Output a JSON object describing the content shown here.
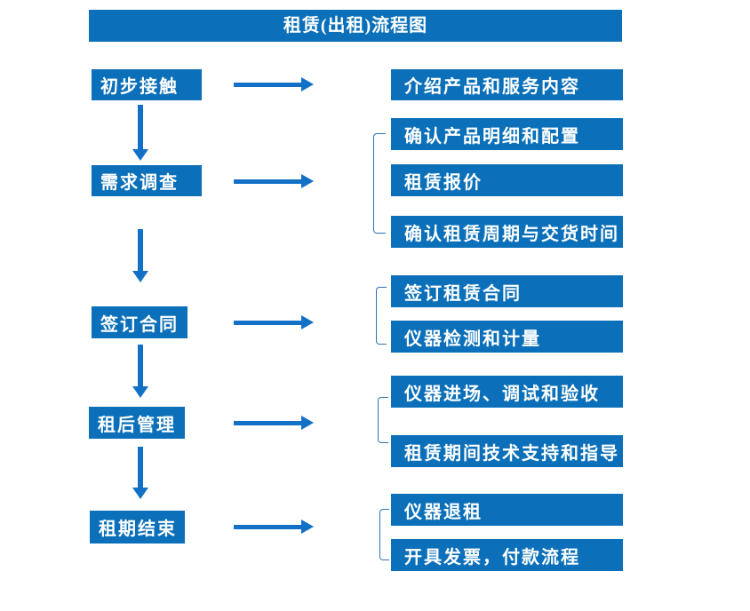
{
  "title": "租赁(出租)流程图",
  "colors": {
    "box_blue": "#0B70B9",
    "arrow_blue": "#1271C7",
    "bracket_blue": "#2E74B5",
    "text": "#FFFFFF",
    "background": "#FFFFFF"
  },
  "flow": {
    "steps": [
      {
        "label": "初步接触",
        "outputs": [
          "介绍产品和服务内容"
        ]
      },
      {
        "label": "需求调查",
        "outputs": [
          "确认产品明细和配置",
          "租赁报价",
          "确认租赁周期与交货时间"
        ]
      },
      {
        "label": "签订合同",
        "outputs": [
          "签订租赁合同",
          "仪器检测和计量"
        ]
      },
      {
        "label": "租后管理",
        "outputs": [
          "仪器进场、调试和验收",
          "租赁期间技术支持和指导"
        ]
      },
      {
        "label": "租期结束",
        "outputs": [
          "仪器退租",
          "开具发票，付款流程"
        ]
      }
    ]
  }
}
